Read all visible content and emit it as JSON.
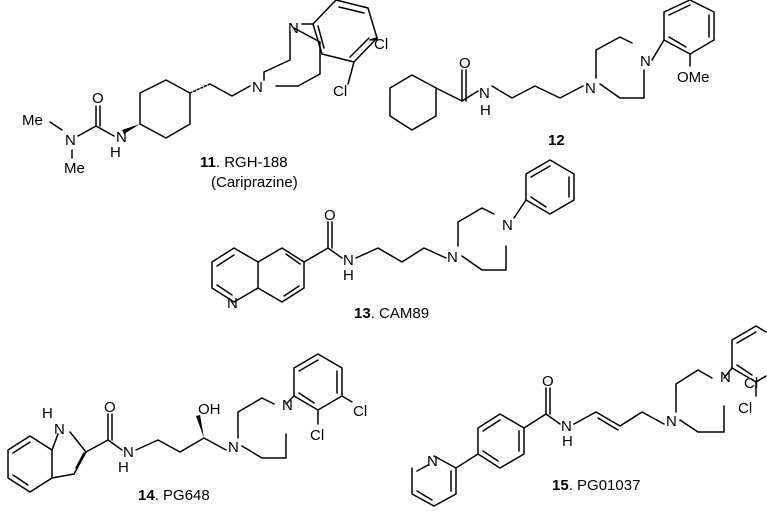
{
  "compounds": [
    {
      "number": "11",
      "name": ". RGH-188",
      "alias": "(Cariprazine)",
      "atoms": {
        "o": "O",
        "n_dimethyl": "N",
        "me1": "Me",
        "me2": "Me",
        "nh_n": "N",
        "nh_h": "H",
        "pip_n1": "N",
        "pip_n2": "N",
        "cl1": "Cl",
        "cl2": "Cl"
      }
    },
    {
      "number": "12",
      "name": "",
      "atoms": {
        "o": "O",
        "n": "N",
        "h": "H",
        "pip_n1": "N",
        "pip_n2": "N",
        "ome": "OMe"
      }
    },
    {
      "number": "13",
      "name": ". CAM89",
      "atoms": {
        "o": "O",
        "n": "N",
        "h": "H",
        "pip_n1": "N",
        "pip_n2": "N",
        "quin_n": "N"
      }
    },
    {
      "number": "14",
      "name": ". PG648",
      "atoms": {
        "indole_n": "N",
        "indole_h": "H",
        "o": "O",
        "amide_n": "N",
        "amide_h": "H",
        "oh": "OH",
        "pip_n1": "N",
        "pip_n2": "N",
        "cl1": "Cl",
        "cl2": "Cl"
      }
    },
    {
      "number": "15",
      "name": ". PG01037",
      "atoms": {
        "pyr_n": "N",
        "o": "O",
        "amide_n": "N",
        "amide_h": "H",
        "pip_n1": "N",
        "pip_n2": "N",
        "cl1": "Cl",
        "cl2": "Cl"
      }
    }
  ]
}
